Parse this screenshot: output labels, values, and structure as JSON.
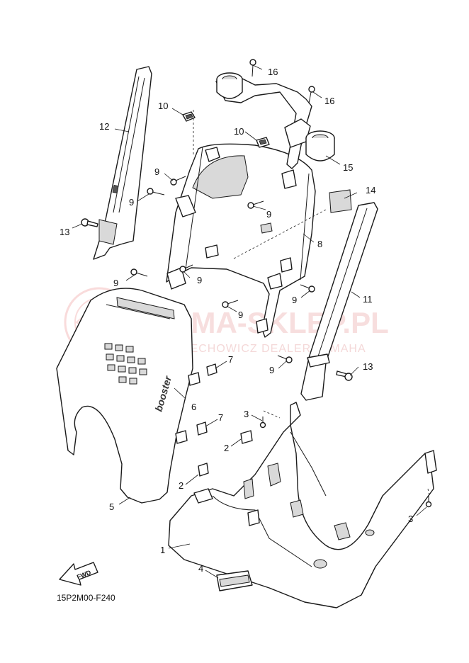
{
  "watermark": {
    "title": "YAMA-SKLEP.PL",
    "subtitle": "WOJCIECHOWICZ DEALER YAMAHA"
  },
  "diagram_code": "15P2M00-F240",
  "fwd_label": "FWD",
  "decal_text": "booster",
  "callouts": {
    "c1": "1",
    "c2a": "2",
    "c2b": "2",
    "c3a": "3",
    "c3b": "3",
    "c4": "4",
    "c5": "5",
    "c6": "6",
    "c7a": "7",
    "c7b": "7",
    "c8": "8",
    "c9a": "9",
    "c9b": "9",
    "c9c": "9",
    "c9d": "9",
    "c9e": "9",
    "c9f": "9",
    "c9g": "9",
    "c9h": "9",
    "c10a": "10",
    "c10b": "10",
    "c11": "11",
    "c12": "12",
    "c13a": "13",
    "c13b": "13",
    "c14": "14",
    "c15": "15",
    "c16a": "16",
    "c16b": "16"
  }
}
